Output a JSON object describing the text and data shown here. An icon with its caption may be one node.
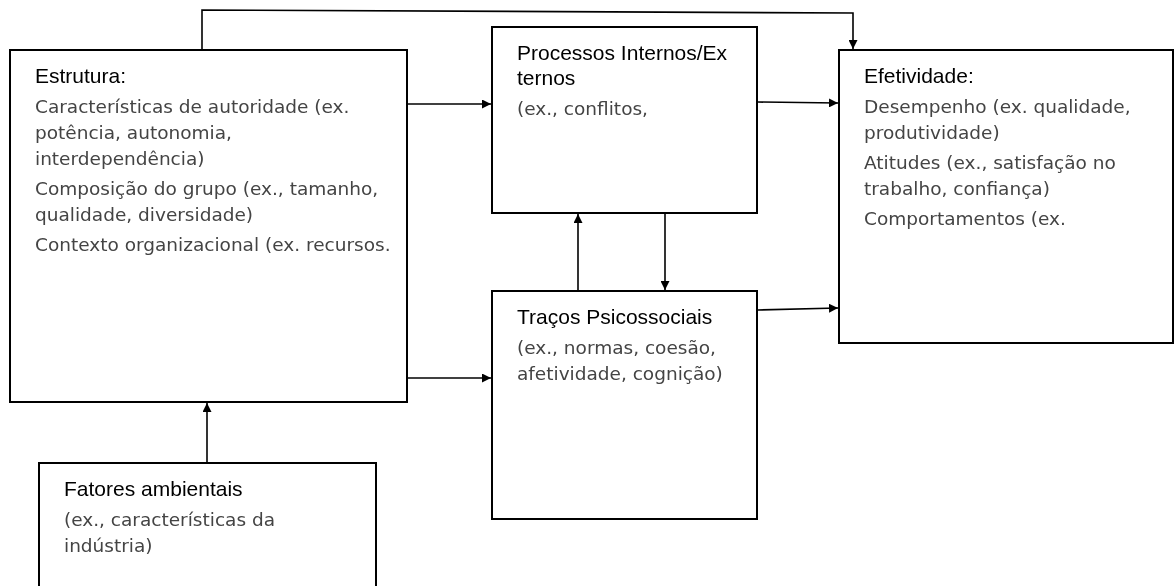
{
  "diagram": {
    "nodes": [
      {
        "text": [
          "Estrutura:",
          "Características de autoridade (ex. potência, autonomia, interdependência)",
          "Composição do grupo (ex., tamanho, qualidade, diversidade)",
          "Contexto organizacional (ex. recursos."
        ]
      },
      {
        "text": [
          "Processos Internos/Externos",
          "(ex., conflitos,"
        ]
      },
      {
        "text": [
          "Efetividade:",
          "Desempenho (ex. qualidade, produtividade)",
          "Atitudes (ex., satisfação no trabalho, confiança)",
          "Comportamentos (ex."
        ]
      },
      {
        "text": [
          "Traços Psicossociais",
          "(ex., normas, coesão, afetividade, cognição)"
        ]
      },
      {
        "text": [
          "Fatores ambientais",
          "(ex., características da indústria)"
        ]
      }
    ],
    "edges": [
      {
        "from": 0,
        "to": 1,
        "arrow": "to"
      },
      {
        "from": 0,
        "to": 3,
        "arrow": "to"
      },
      {
        "from": 1,
        "to": 2,
        "arrow": "to"
      },
      {
        "from": 3,
        "to": 2,
        "arrow": "to"
      },
      {
        "from": 3,
        "to": 1,
        "arrow": "to"
      },
      {
        "from": 1,
        "to": 3,
        "arrow": "to"
      },
      {
        "from": 4,
        "to": 0,
        "arrow": "to"
      },
      {
        "from": 0,
        "to": 2,
        "arrow": "to"
      }
    ]
  }
}
